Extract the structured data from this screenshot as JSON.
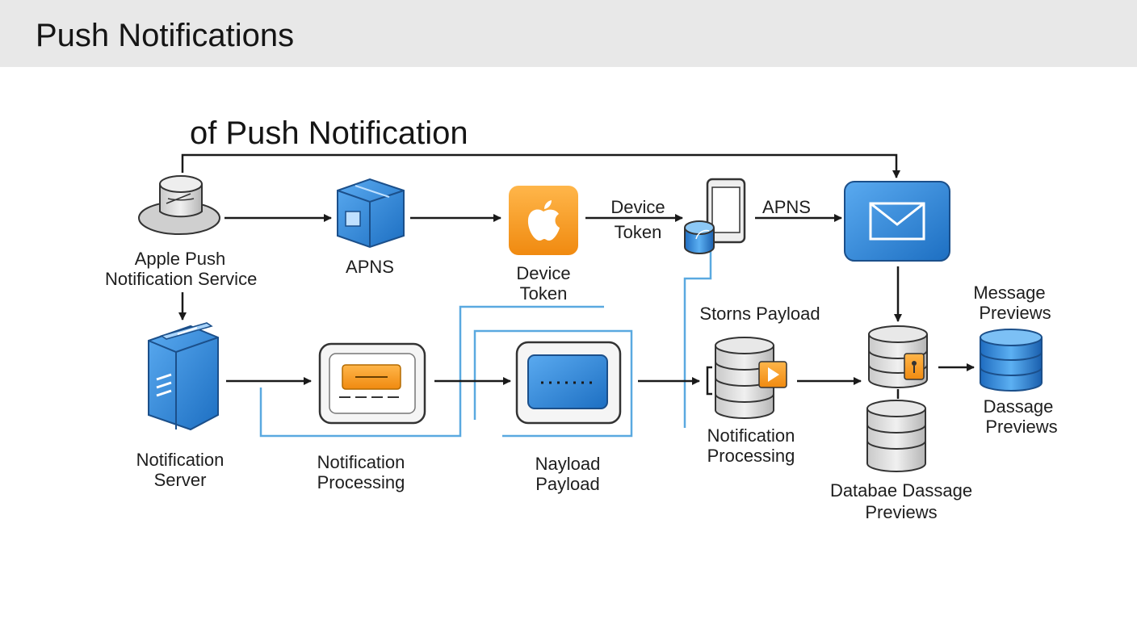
{
  "header": {
    "title": "Push Notifications"
  },
  "diagram": {
    "subtitle": "of Push Notification",
    "nodes": {
      "apple_push": {
        "label_line1": "Apple Push",
        "label_line2": "Notification Service",
        "icon": "server-stack-icon"
      },
      "apns": {
        "label": "APNS",
        "icon": "package-box-icon"
      },
      "device_token": {
        "label_line1": "Device",
        "label_line2": "Token",
        "icon": "apple-logo-icon"
      },
      "notification_server": {
        "label_line1": "Notification",
        "label_line2": "Server",
        "icon": "server-tower-icon"
      },
      "notification_processing": {
        "label_line1": "Notification",
        "label_line2": "Processing",
        "icon": "processing-card-icon"
      },
      "nayload_payload": {
        "label_line1": "Nayload",
        "label_line2": "Payload",
        "icon": "payload-card-icon"
      },
      "storns_payload": {
        "label": "Storns Payload",
        "label_below_line1": "Notification",
        "label_below_line2": "Processing",
        "icon": "database-icon"
      },
      "database": {
        "label_line1": "Databae Dassage",
        "label_line2": "Previews",
        "icon": "database-icon"
      },
      "message_previews": {
        "label_line1": "Message",
        "label_line2": "Previews",
        "label_below_line1": "Dassage",
        "label_below_line2": "Previews",
        "icon": "database-icon"
      }
    },
    "edge_labels": {
      "device_token_line1": "Device",
      "device_token_line2": "Token",
      "apns": "APNS"
    },
    "colors": {
      "blue": "#2f86d8",
      "orange": "#f59a1f",
      "accent_line": "#5aa9e0",
      "arrow": "#1a1a1a"
    }
  }
}
